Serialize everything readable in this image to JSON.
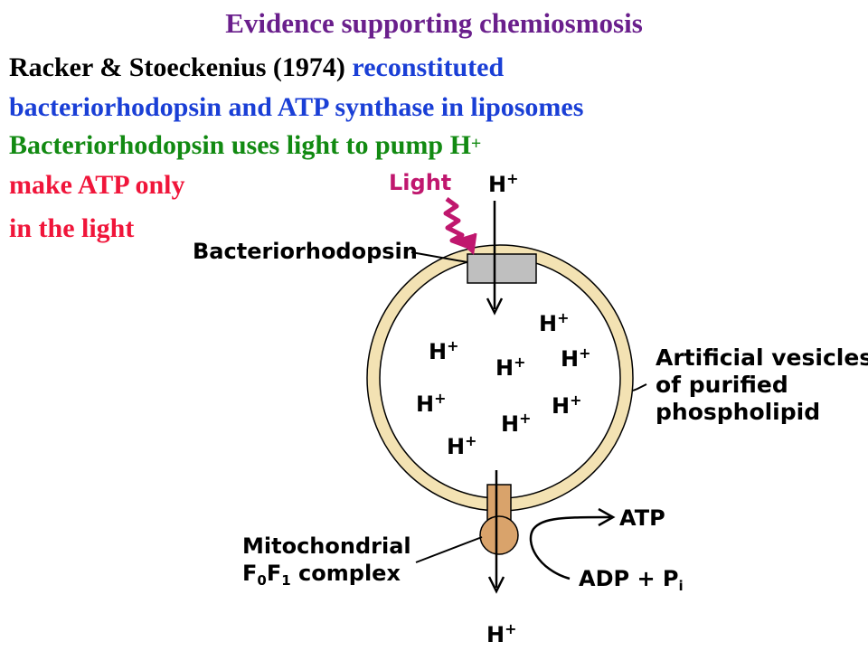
{
  "title": "Evidence supporting chemiosmosis",
  "lines": {
    "line1_black": "Racker & Stoeckenius (1974)",
    "line1_blue": "reconstituted",
    "line2_blue": "bacteriorhodopsin and ATP synthase in liposomes",
    "line3_green": "Bacteriorhodopsin uses light to pump H",
    "line3_sup": "+",
    "line4_red": "make ATP only",
    "line5_red": "in the light"
  },
  "diagram": {
    "light": "Light",
    "bacteriorhodopsin": "Bacteriorhodopsin",
    "vesicle_line1": "Artificial vesicles",
    "vesicle_line2": "of purified",
    "vesicle_line3": "phospholipid",
    "mito_line1": "Mitochondrial",
    "mito_line2": "F",
    "mito_sub0": "0",
    "mito_f": "F",
    "mito_sub1": "1",
    "mito_complex": " complex",
    "atp": "ATP",
    "adp": "ADP + P",
    "adp_sub": "i",
    "h": "H",
    "plus": "+"
  },
  "colors": {
    "title": "#6a1f8c",
    "black": "#000000",
    "blue": "#1a3fd6",
    "green": "#128a12",
    "red": "#f0153a",
    "light_arrow": "#c0176e",
    "membrane": "#f3e2b3",
    "pump": "#bfbfbf",
    "atp_synthase": "#d9a36b"
  }
}
